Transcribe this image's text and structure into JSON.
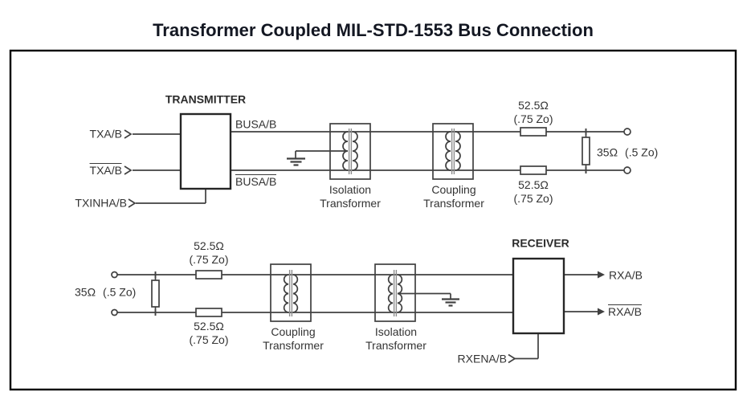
{
  "title": "Transformer Coupled MIL-STD-1553 Bus Connection",
  "colors": {
    "wire": "#404040",
    "block_border": "#262626",
    "outer_border": "#000000",
    "label_text": "#333333",
    "title_text": "#131722",
    "transformer_core": "#8c8c8c"
  },
  "transmitter_circuit": {
    "block_label": "TRANSMITTER",
    "inputs": [
      {
        "label": "TXA/B",
        "overline": false
      },
      {
        "label": "TXA/B",
        "overline": true
      },
      {
        "label": "TXINHA/B",
        "overline": false
      }
    ],
    "outputs": [
      {
        "label": "BUSA/B",
        "overline": false
      },
      {
        "label": "BUSA/B",
        "overline": true
      }
    ],
    "isolation_transformer_label": [
      "Isolation",
      "Transformer"
    ],
    "coupling_transformer_label": [
      "Coupling",
      "Transformer"
    ],
    "series_resistor_top": {
      "value": "52.5Ω",
      "note": "(.75 Zo)"
    },
    "series_resistor_bottom": {
      "value": "52.5Ω",
      "note": "(.75 Zo)"
    },
    "termination_resistor": {
      "value": "35Ω",
      "note": "(.5 Zo)"
    }
  },
  "receiver_circuit": {
    "block_label": "RECEIVER",
    "termination_resistor": {
      "value": "35Ω",
      "note": "(.5 Zo)"
    },
    "series_resistor_top": {
      "value": "52.5Ω",
      "note": "(.75 Zo)"
    },
    "series_resistor_bottom": {
      "value": "52.5Ω",
      "note": "(.75 Zo)"
    },
    "coupling_transformer_label": [
      "Coupling",
      "Transformer"
    ],
    "isolation_transformer_label": [
      "Isolation",
      "Transformer"
    ],
    "outputs": [
      {
        "label": "RXA/B",
        "overline": false
      },
      {
        "label": "RXA/B",
        "overline": true
      }
    ],
    "enable_input": "RXENA/B"
  }
}
